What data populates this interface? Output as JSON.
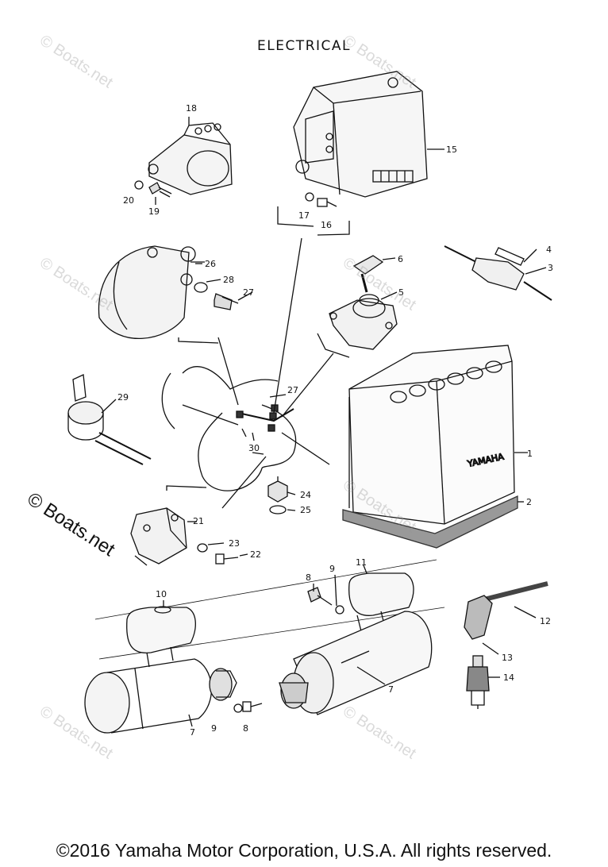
{
  "title": "ELECTRICAL",
  "copyright": "©2016 Yamaha Motor Corporation, U.S.A. All rights reserved.",
  "watermark": "© Boats.net",
  "battery_brand": "YAMAHA",
  "part_labels": [
    {
      "id": "l18",
      "text": "18"
    },
    {
      "id": "l15",
      "text": "15"
    },
    {
      "id": "l20",
      "text": "20"
    },
    {
      "id": "l19",
      "text": "19"
    },
    {
      "id": "l17",
      "text": "17"
    },
    {
      "id": "l16",
      "text": "16"
    },
    {
      "id": "l26",
      "text": "26"
    },
    {
      "id": "l28",
      "text": "28"
    },
    {
      "id": "l27a",
      "text": "27"
    },
    {
      "id": "l6",
      "text": "6"
    },
    {
      "id": "l4",
      "text": "4"
    },
    {
      "id": "l3",
      "text": "3"
    },
    {
      "id": "l5",
      "text": "5"
    },
    {
      "id": "l29",
      "text": "29"
    },
    {
      "id": "l27b",
      "text": "27"
    },
    {
      "id": "l30",
      "text": "30"
    },
    {
      "id": "l1",
      "text": "1"
    },
    {
      "id": "l24",
      "text": "24"
    },
    {
      "id": "l25",
      "text": "25"
    },
    {
      "id": "l2",
      "text": "2"
    },
    {
      "id": "l21",
      "text": "21"
    },
    {
      "id": "l23",
      "text": "23"
    },
    {
      "id": "l22",
      "text": "22"
    },
    {
      "id": "l8a",
      "text": "8"
    },
    {
      "id": "l9a",
      "text": "9"
    },
    {
      "id": "l11",
      "text": "11"
    },
    {
      "id": "l10",
      "text": "10"
    },
    {
      "id": "l12",
      "text": "12"
    },
    {
      "id": "l7a",
      "text": "7"
    },
    {
      "id": "l13",
      "text": "13"
    },
    {
      "id": "l14",
      "text": "14"
    },
    {
      "id": "l7b",
      "text": "7"
    },
    {
      "id": "l9b",
      "text": "9"
    },
    {
      "id": "l8b",
      "text": "8"
    }
  ]
}
